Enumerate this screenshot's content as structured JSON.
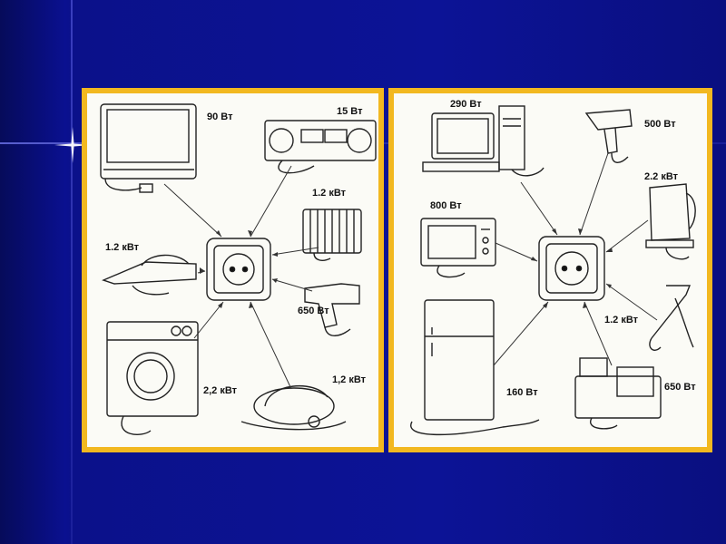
{
  "left_panel": {
    "labels": {
      "tv": "90 Вт",
      "radio": "15 Вт",
      "heater": "1.2 кВт",
      "iron": "1.2 кВт",
      "drill": "650 Вт",
      "washer": "2,2 кВт",
      "vacuum": "1,2 кВт"
    }
  },
  "right_panel": {
    "labels": {
      "computer": "290 Вт",
      "hairdryer": "500 Вт",
      "kettle": "2.2 кВт",
      "microwave": "800 Вт",
      "boiler": "1.2 кВт",
      "fridge": "160 Вт",
      "coffee": "650 Вт"
    }
  },
  "colors": {
    "background": "#0c1396",
    "panel_border": "#f2b820",
    "panel_fill": "#fbfbf6"
  }
}
